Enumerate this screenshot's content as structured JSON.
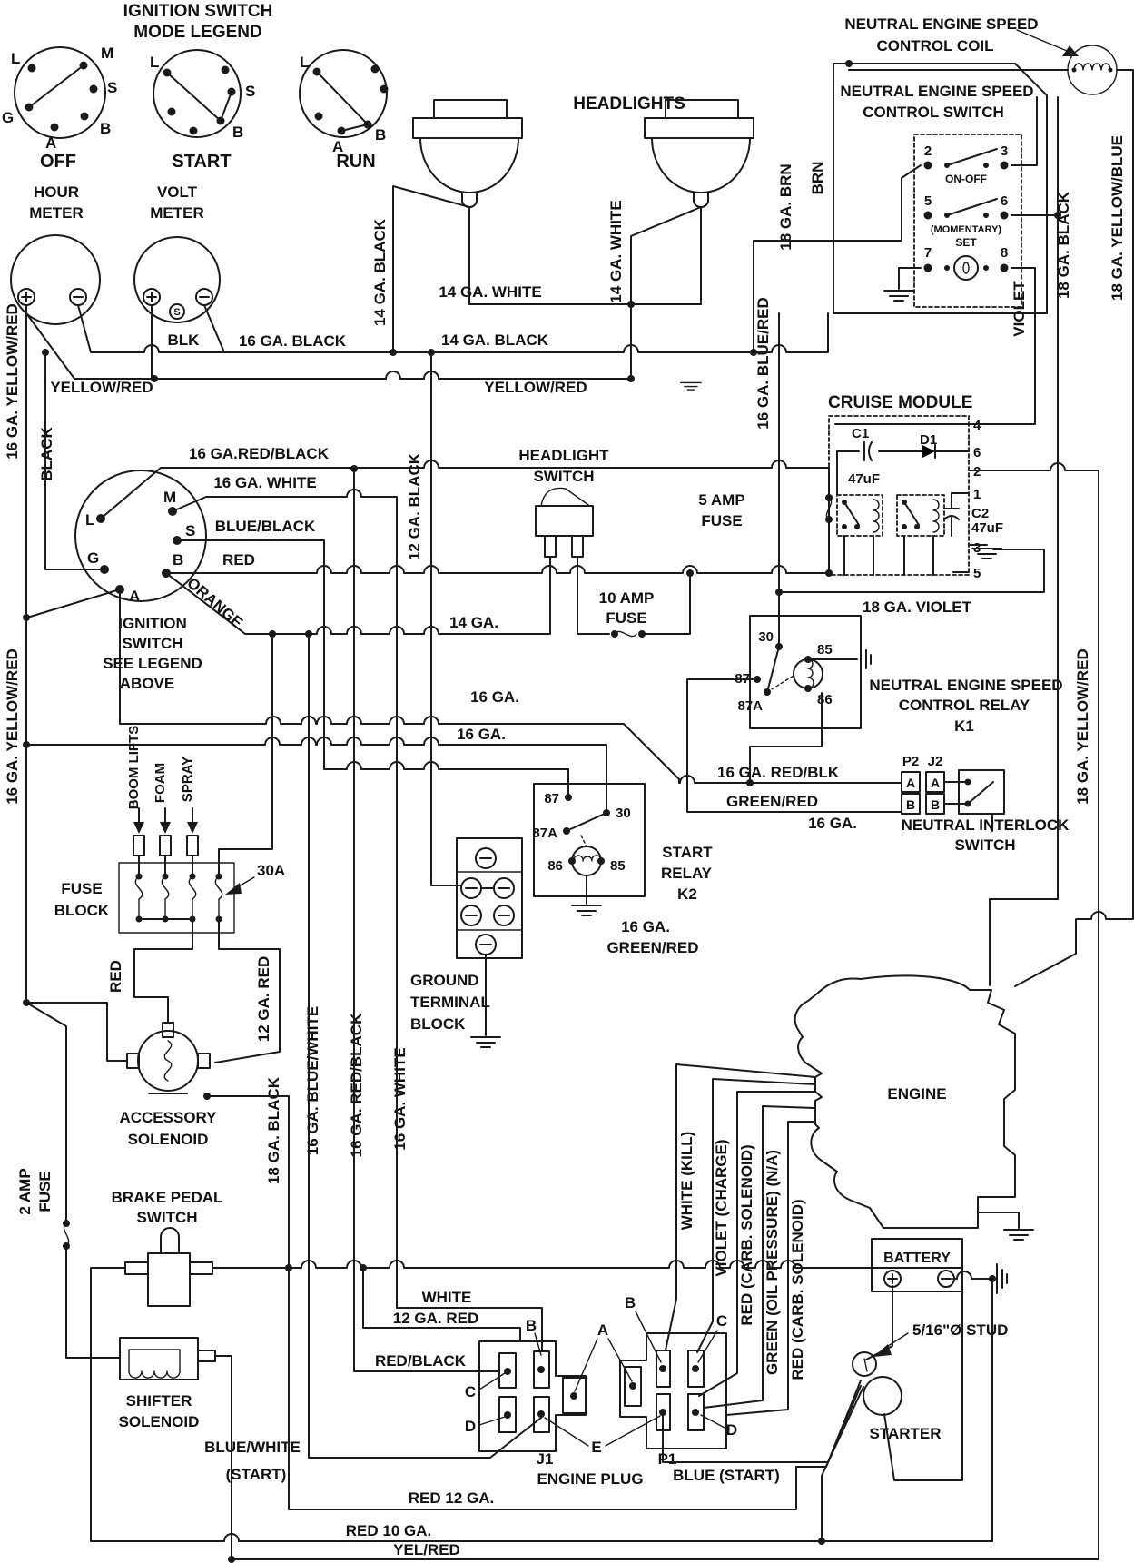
{
  "legend": {
    "title1": "IGNITION SWITCH",
    "title2": "MODE LEGEND",
    "off": "OFF",
    "start": "START",
    "run": "RUN",
    "L": "L",
    "M": "M",
    "S": "S",
    "B": "B",
    "A": "A",
    "G": "G"
  },
  "meters": {
    "hour": "HOUR",
    "volt": "VOLT",
    "meter": "METER",
    "blk": "BLK",
    "s": "S"
  },
  "headlights": {
    "title": "HEADLIGHTS"
  },
  "nesc": {
    "title": "NEUTRAL ENGINE SPEED",
    "coil2": "CONTROL COIL",
    "switch2": "CONTROL SWITCH",
    "onoff": "ON-OFF",
    "momentary": "(MOMENTARY)",
    "set": "SET",
    "n2": "2",
    "n3": "3",
    "n5": "5",
    "n6": "6",
    "n7": "7",
    "n8": "8"
  },
  "cruise": {
    "title": "CRUISE MODULE",
    "c1": "C1",
    "c1v": "47uF",
    "d1": "D1",
    "c2": "C2",
    "c2v": "47uF",
    "n1": "1",
    "n2": "2",
    "n3": "3",
    "n4": "4",
    "n5": "5",
    "n6": "6"
  },
  "relay": {
    "n30": "30",
    "n85": "85",
    "n86": "86",
    "n87": "87",
    "n87a": "87A"
  },
  "k1": {
    "l2": "CONTROL RELAY",
    "l3": "K1"
  },
  "k2": {
    "l1": "START",
    "l2": "RELAY",
    "l3": "K2"
  },
  "interlock": {
    "p2": "P2",
    "j2": "J2",
    "a": "A",
    "b": "B",
    "l1": "NEUTRAL INTERLOCK",
    "l2": "SWITCH"
  },
  "ignition": {
    "l1": "IGNITION",
    "l2": "SWITCH",
    "l3": "SEE LEGEND",
    "l4": "ABOVE"
  },
  "hlswitch": {
    "l1": "HEADLIGHT",
    "l2": "SWITCH"
  },
  "fuseblock": {
    "l1": "FUSE",
    "l2": "BLOCK",
    "a30": "30A",
    "boom": "BOOM LIFTS",
    "foam": "FOAM",
    "spray": "SPRAY"
  },
  "gtb": {
    "l1": "GROUND",
    "l2": "TERMINAL",
    "l3": "BLOCK"
  },
  "acc": {
    "l1": "ACCESSORY",
    "l2": "SOLENOID"
  },
  "brake": {
    "l1": "BRAKE PEDAL",
    "l2": "SWITCH"
  },
  "shifter": {
    "l1": "SHIFTER",
    "l2": "SOLENOID"
  },
  "engine": {
    "label": "ENGINE"
  },
  "battery": {
    "label": "BATTERY"
  },
  "starter": {
    "stud": "5/16\"Ø STUD",
    "label": "STARTER"
  },
  "plug": {
    "j1": "J1",
    "p1": "P1",
    "label": "ENGINE PLUG",
    "a": "A",
    "b": "B",
    "c": "C",
    "d": "D",
    "e": "E"
  },
  "fuse": {
    "f10": "10 AMP",
    "f5": "5 AMP",
    "f2": "2 AMP",
    "fuse": "FUSE"
  },
  "w": {
    "ga16black": "16 GA. BLACK",
    "yellowred": "YELLOW/RED",
    "ga16yr": "16 GA. YELLOW/RED",
    "black": "BLACK",
    "ga14black": "14 GA. BLACK",
    "ga14white": "14 GA. WHITE",
    "ga16bluered": "16 GA. BLUE/RED",
    "brn": "BRN",
    "ga18brn": "18 GA. BRN",
    "violet": "VIOLET",
    "ga18black": "18 GA. BLACK",
    "ga18yb": "18 GA. YELLOW/BLUE",
    "ga18violet": "18 GA. VIOLET",
    "ga18yr": "18 GA. YELLOW/RED",
    "ga16rb": "16 GA.RED/BLACK",
    "ga16white": "16 GA. WHITE",
    "blueblack": "BLUE/BLACK",
    "red": "RED",
    "orange": "ORANGE",
    "ga12black": "12 GA. BLACK",
    "ga14": "14 GA.",
    "ga16": "16 GA.",
    "ga16redblk": "16 GA. RED/BLK",
    "greenred": "GREEN/RED",
    "ga12red": "12 GA. RED",
    "ga16bw": "16 GA. BLUE/WHITE",
    "ga16rb2": "16 GA. RED/BLACK",
    "white": "WHITE",
    "redblack": "RED/BLACK",
    "bluewhite": "BLUE/WHITE",
    "start": "(START)",
    "kill": "WHITE (KILL)",
    "charge": "VIOLET (CHARGE)",
    "carb": "RED (CARB. SOLENOID)",
    "oil": "GREEN (OIL PRESSURE) (N/A)",
    "bluestart": "BLUE (START)",
    "red12": "RED 12 GA.",
    "red10": "RED 10 GA.",
    "yelred": "YEL/RED"
  }
}
